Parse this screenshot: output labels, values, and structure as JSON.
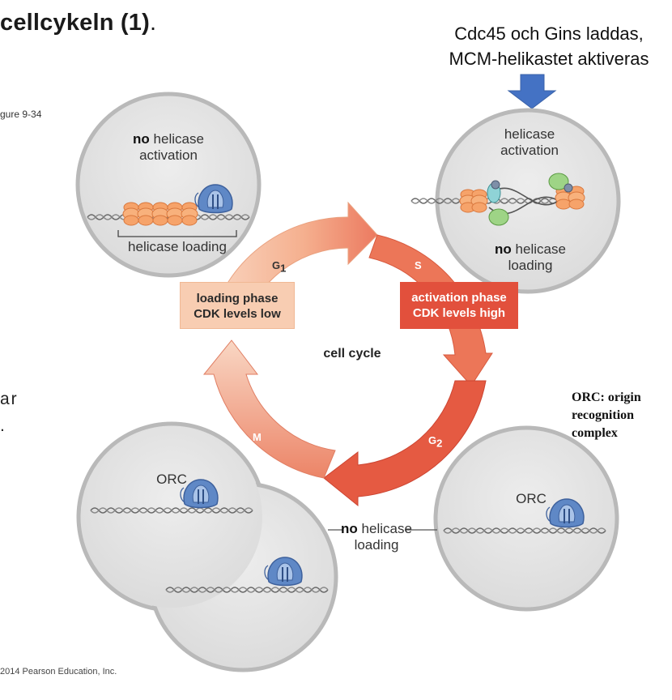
{
  "slide": {
    "title": "cellcykeln (1)",
    "title_suffix": ".",
    "callout_line1": "Cdc45 och Gins laddas,",
    "callout_line2": "MCM-helikastet aktiveras",
    "figure_ref": "gure 9-34",
    "copyright": "2014 Pearson Education, Inc.",
    "fragment_1": "ar",
    "fragment_2": "."
  },
  "bubbles": {
    "top_left": {
      "strong": "no",
      "line1_rest": " helicase",
      "line2": "activation",
      "bracket_label": "helicase loading"
    },
    "top_right": {
      "line1": "helicase",
      "line2": "activation",
      "strong": "no",
      "line3_rest": " helicase",
      "line4": "loading"
    },
    "bottom_left": {
      "orc_label": "ORC"
    },
    "bottom_right": {
      "orc_label": "ORC"
    },
    "shared_label": {
      "strong": "no",
      "line1_rest": " helicase",
      "line2": "loading"
    }
  },
  "cycle": {
    "center_label": "cell cycle",
    "phases": {
      "g1": "G",
      "g1_sub": "1",
      "s": "S",
      "g2": "G",
      "g2_sub": "2",
      "m": "M"
    },
    "loading_box": {
      "line1": "loading phase",
      "line2": "CDK levels low"
    },
    "activation_box": {
      "line1": "activation phase",
      "line2": "CDK levels high"
    }
  },
  "orc_note": {
    "line1": "ORC: origin",
    "line2": "recognition",
    "line3": "complex"
  },
  "colors": {
    "arrow_light": "#f7c0a2",
    "arrow_mid": "#ee7a5f",
    "arrow_dark": "#df4e3a",
    "bubble_fill": "#e6e6e6",
    "bubble_stroke": "#b9b9b9",
    "helicase_orange": "#f6a36a",
    "orc_blue": "#5b84c4",
    "callout_arrow": "#4472c4"
  }
}
